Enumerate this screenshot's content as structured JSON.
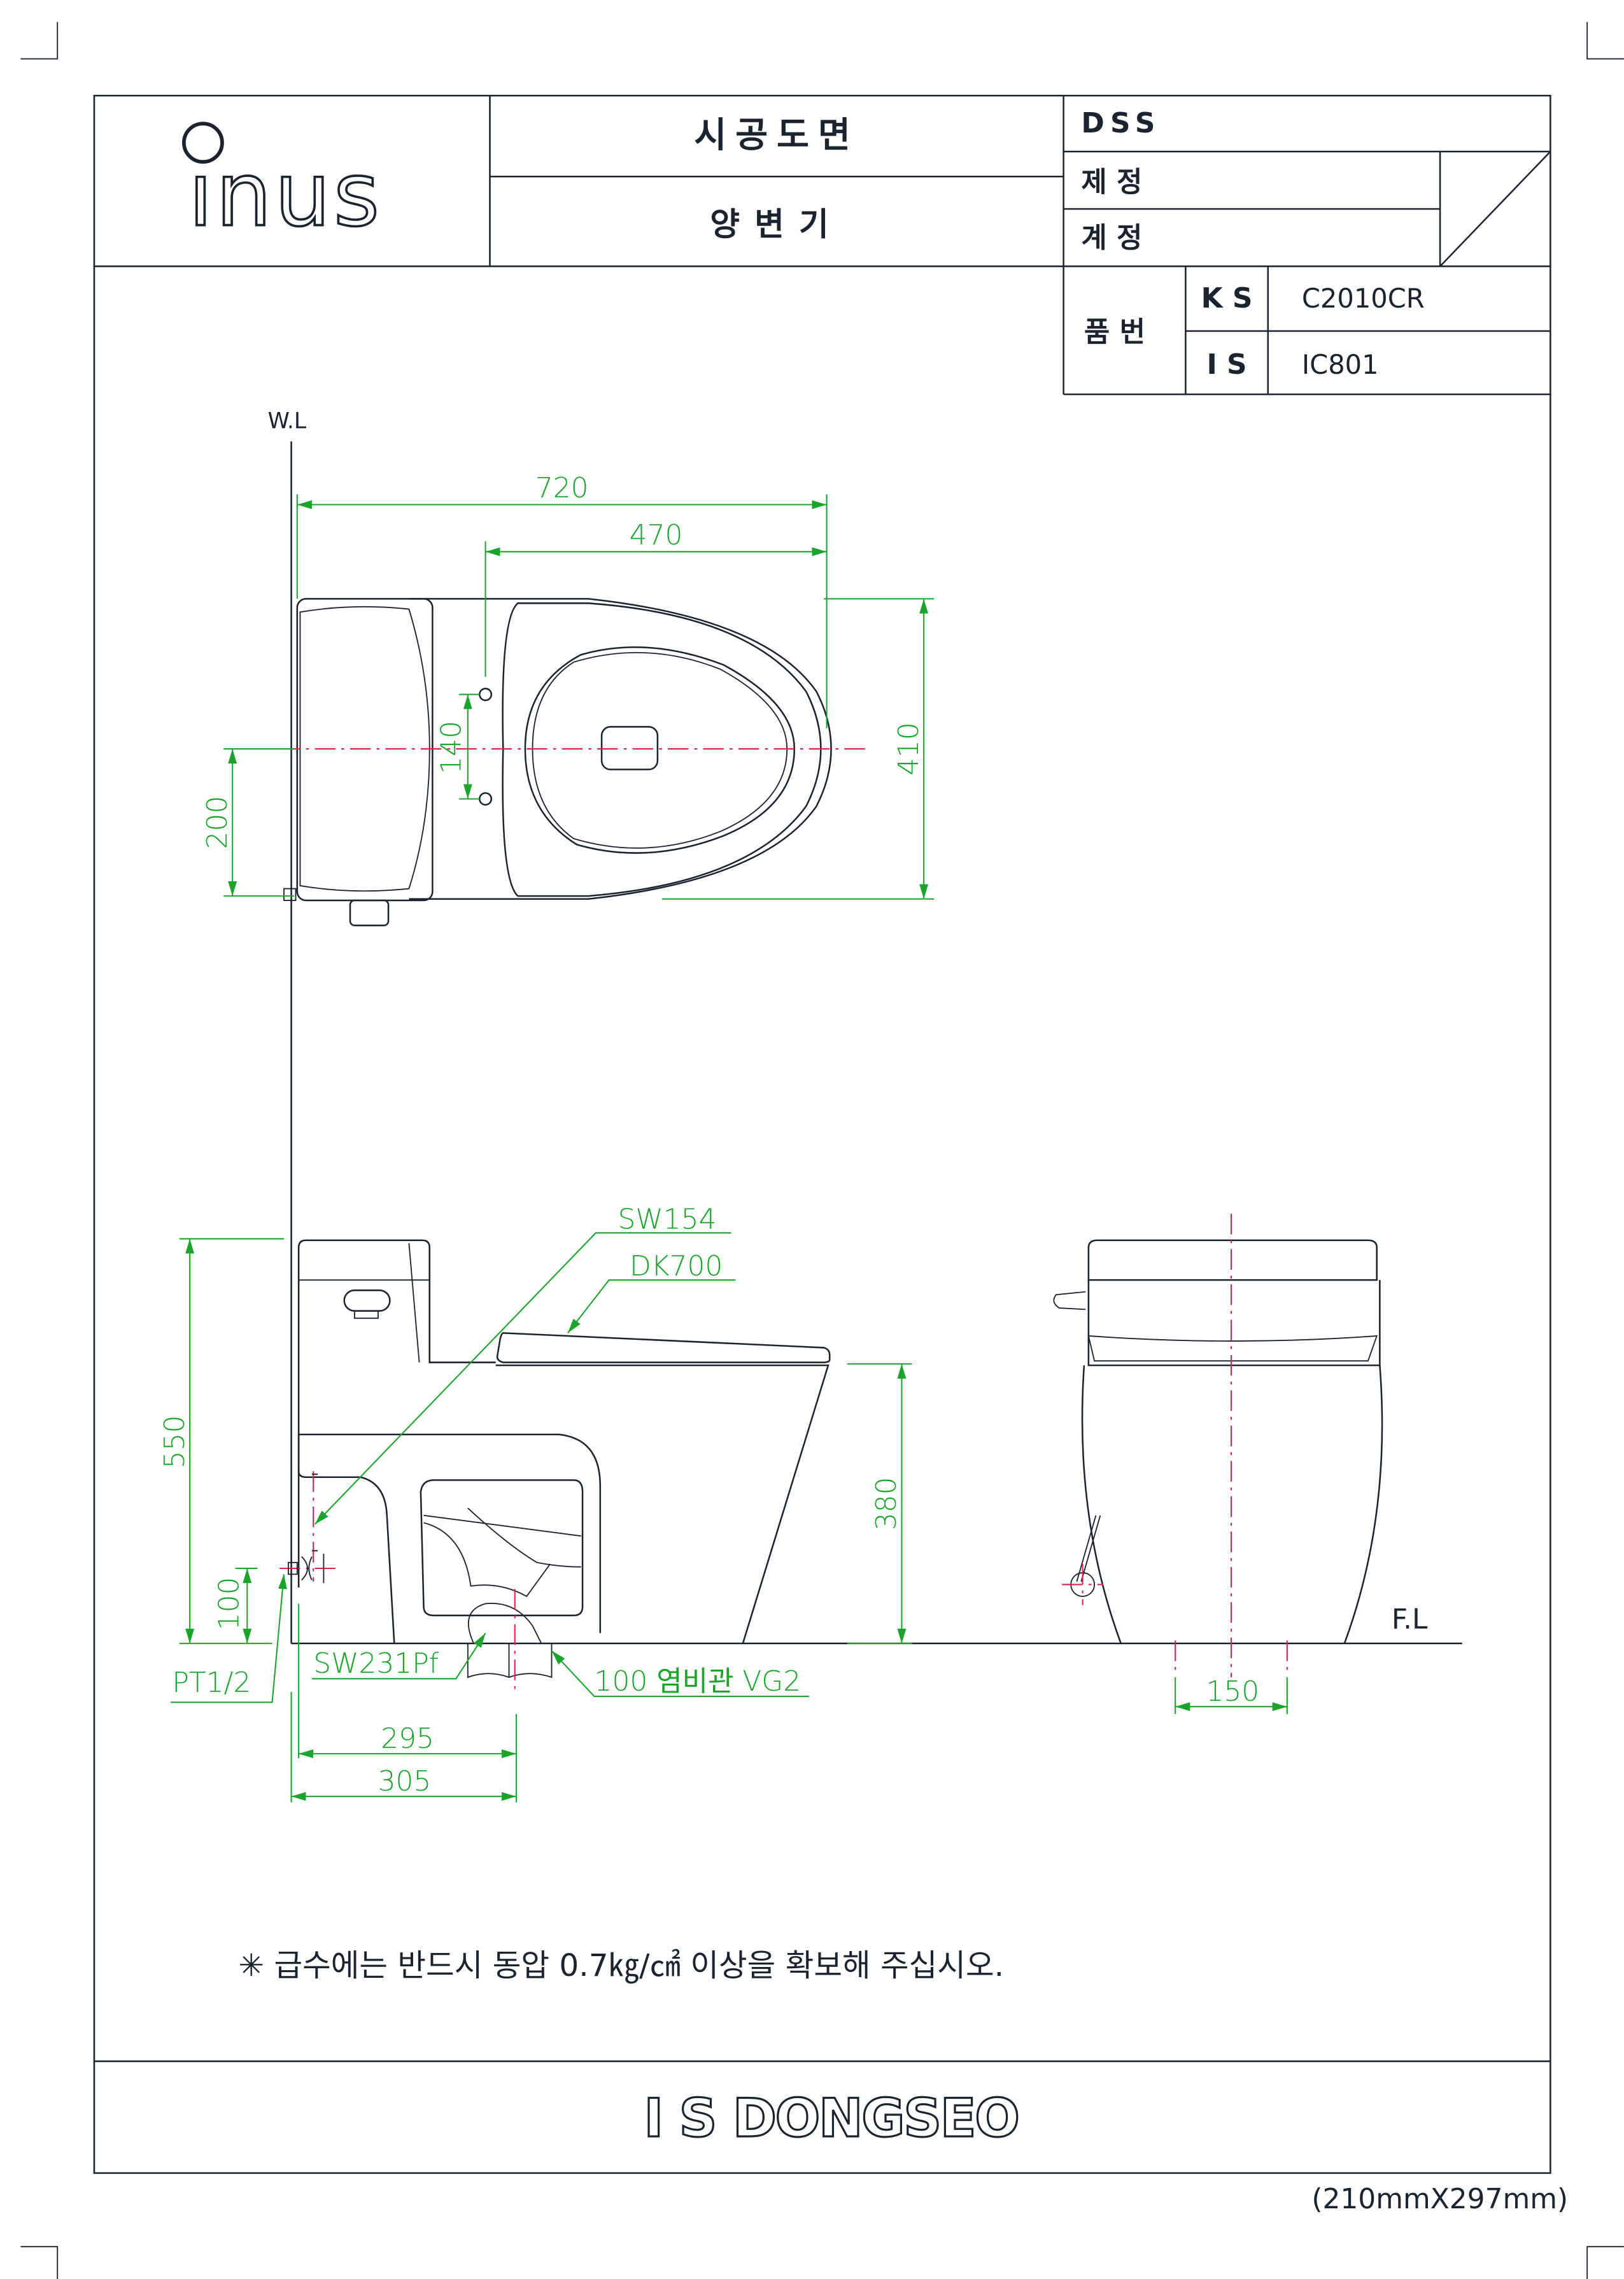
{
  "title_block": {
    "logo": "inus",
    "drawing_type": "시공도면",
    "product_type": "양변기",
    "company_code": "DSS",
    "revision_label": "제 정",
    "revision2_label": "계 정",
    "part_number_label": "품 번",
    "ks_label": "K S",
    "ks_value": "C2010CR",
    "is_label": "I S",
    "is_value": "IC801"
  },
  "drawing": {
    "wall_line": "W.L",
    "floor_line": "F.L",
    "dims": {
      "overall_length": "720",
      "seat_length": "470",
      "width": "410",
      "supply_offset": "200",
      "hinge_spacing": "140",
      "height": "550",
      "bowl_height": "380",
      "supply_height": "100",
      "rough_in_1": "295",
      "rough_in_2": "305",
      "bottom_spacing": "150"
    },
    "callouts": {
      "supply_hose": "SW154",
      "seat": "DK700",
      "angle_valve": "SW231Pf",
      "pipe_thread": "PT1/2",
      "drain_pipe": "100  염비관  VG2"
    }
  },
  "note": "✳   급수에는 반드시 동압 0.7㎏/㎠ 이상을 확보해 주십시오.",
  "footer": {
    "brand": "I S DONGSEO",
    "paper_size": "(210mmX297mm)"
  }
}
